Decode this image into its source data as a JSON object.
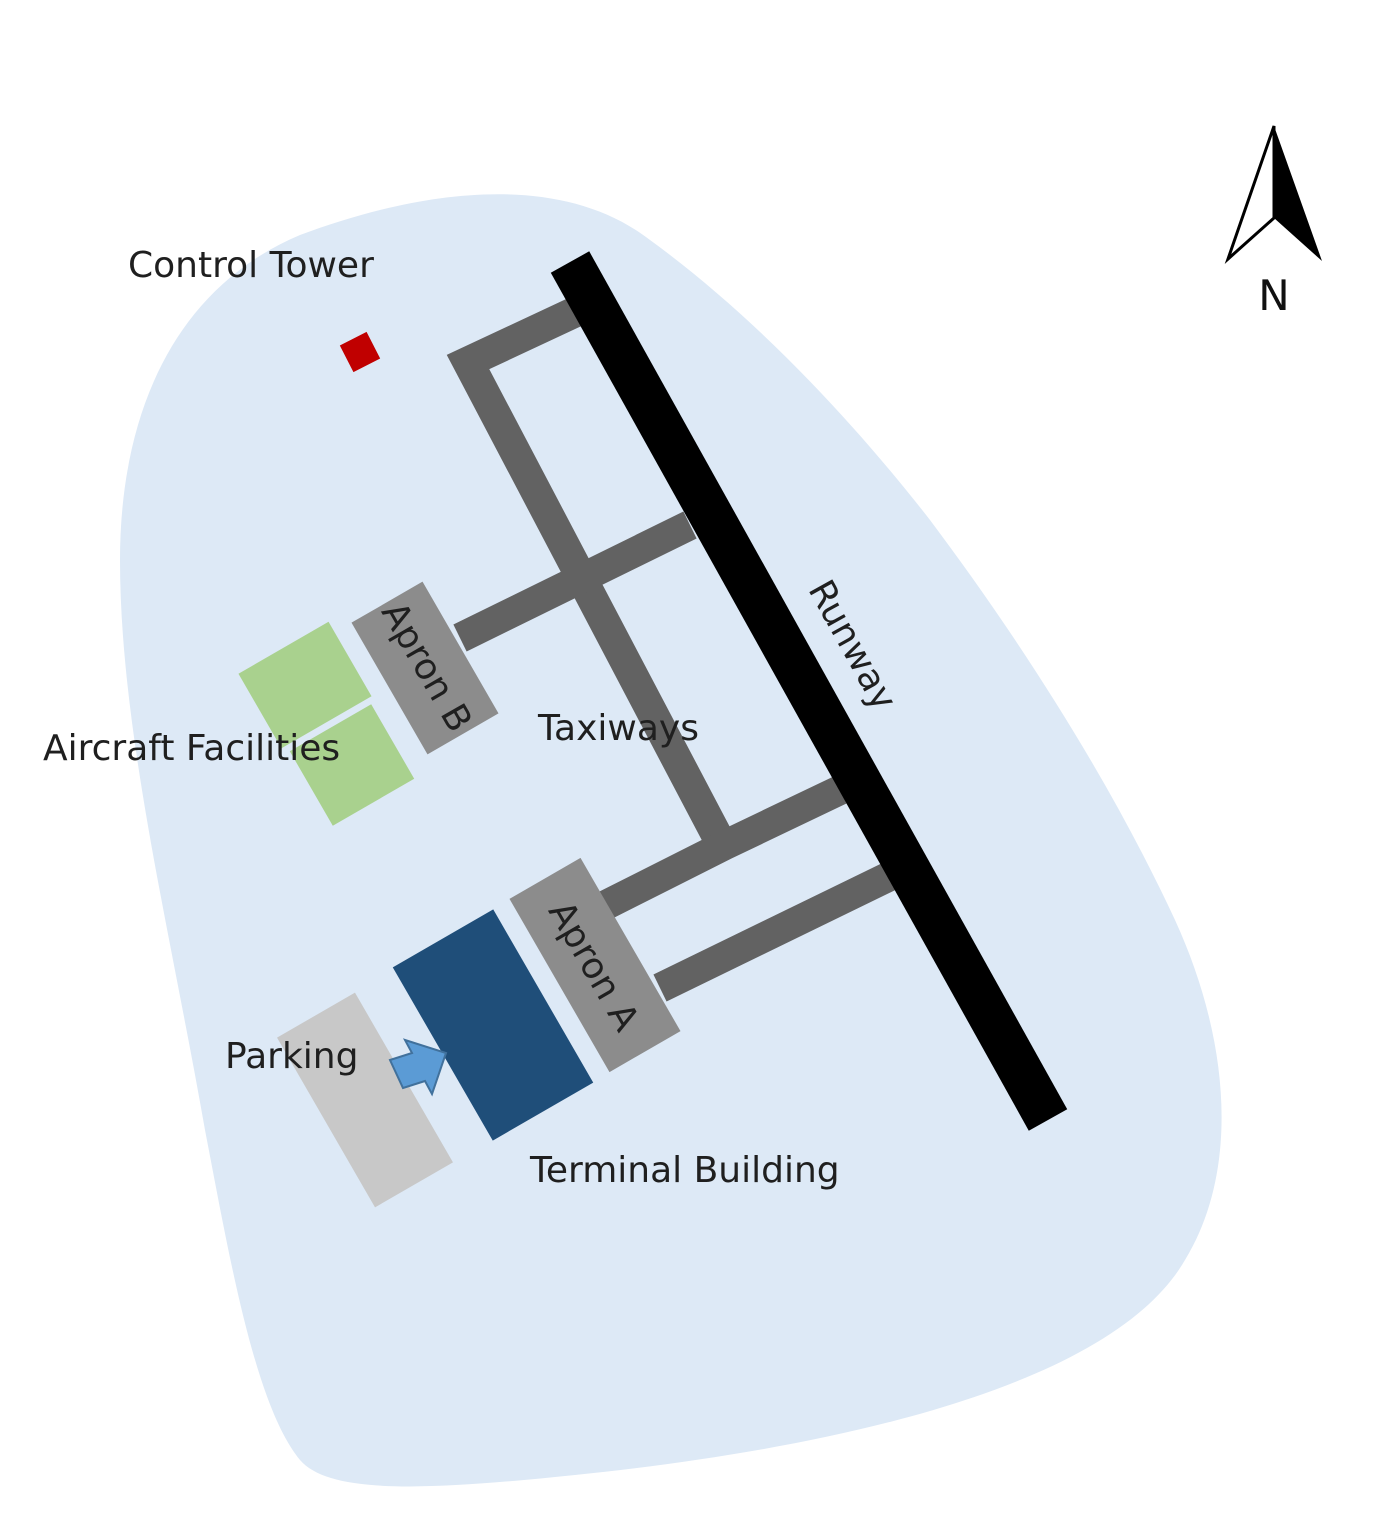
{
  "labels": {
    "control_tower": "Control Tower",
    "aircraft_facilities": "Aircraft Facilities",
    "taxiways": "Taxiways",
    "runway": "Runway",
    "apron_a": "Apron A",
    "apron_b": "Apron B",
    "parking": "Parking",
    "terminal_building": "Terminal Building",
    "north": "N"
  },
  "colors": {
    "airport_area": "#dde9f6",
    "runway": "#000000",
    "taxiway": "#626262",
    "apron": "#8c8c8c",
    "aircraft_facilities": "#a9d18e",
    "terminal_building": "#1f4e79",
    "parking": "#c8c8c8",
    "control_tower": "#c00000",
    "parking_arrow": "#5b9bd5",
    "north_arrow": "#000000"
  },
  "icons": {
    "north_arrow": "north-arrow-icon",
    "parking_arrow": "arrow-right-icon"
  }
}
